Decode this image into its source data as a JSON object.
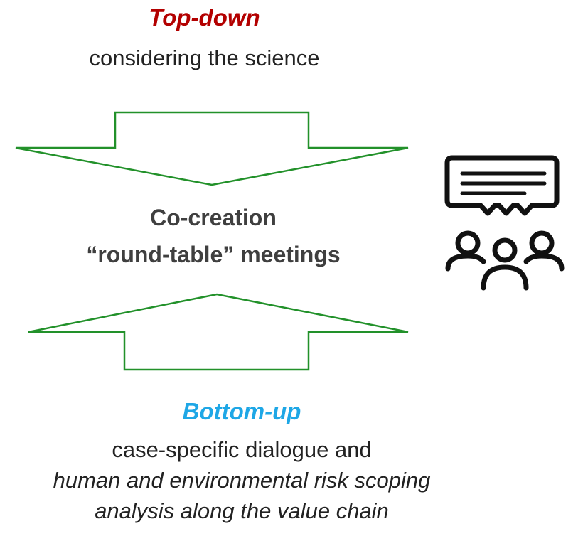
{
  "top": {
    "title": "Top-down",
    "subtitle": "considering the science",
    "title_color": "#b30000"
  },
  "center": {
    "line1": "Co-creation",
    "line2": "“round-table” meetings"
  },
  "bottom": {
    "title": "Bottom-up",
    "line1": "case-specific dialogue and",
    "line2": "human and environmental risk scoping",
    "line3": "analysis along the value chain",
    "title_color": "#1ea7e6"
  },
  "arrow_color": "#22912a",
  "icons": {
    "meeting": "people-meeting-speech-bubble-icon"
  }
}
